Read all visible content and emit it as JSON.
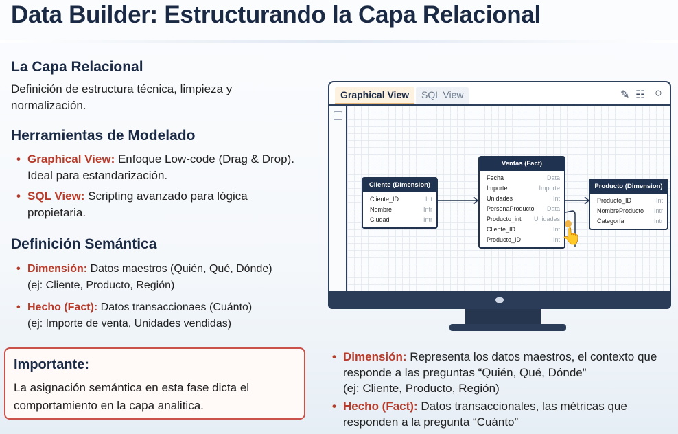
{
  "title": "Data Builder: Estructurando la Capa Relacional",
  "s1": {
    "heading": "La Capa Relacional",
    "text": "Definición de estructura técnica, limpieza y normalización."
  },
  "s2": {
    "heading": "Herramientas de Modelado",
    "items": [
      {
        "label": "Graphical View:",
        "text": " Enfoque Low-code (Drag & Drop). Ideal para estandarización."
      },
      {
        "label": "SQL View:",
        "text": " Scripting avanzado para lógica propietaria."
      }
    ]
  },
  "s3": {
    "heading": "Definición Semántica",
    "items": [
      {
        "label": "Dimensión:",
        "text": " Datos maestros (Quién, Qué, Dónde)",
        "sub": "(ej: Cliente, Producto, Región)"
      },
      {
        "label": "Hecho (Fact):",
        "text": " Datos transaccionaes (Cuánto)",
        "sub": "(ej: Importe de venta, Unidades vendidas)"
      }
    ]
  },
  "important": {
    "heading": "Importante:",
    "text": "La asignación semántica en esta fase dicta el comportamiento en la capa analitica."
  },
  "app": {
    "tabs": [
      "Graphical View",
      "SQL View"
    ],
    "icons": [
      "pencil-icon",
      "list-icon",
      "circle-icon"
    ],
    "tables": [
      {
        "name": "Cliente (Dimension)",
        "rows": [
          [
            "Cliente_ID",
            "Int"
          ],
          [
            "Nombre",
            "Intr"
          ],
          [
            "Ciudad",
            "Intr"
          ]
        ]
      },
      {
        "name": "Ventas (Fact)",
        "rows": [
          [
            "Fecha",
            "Data"
          ],
          [
            "Importe",
            "Importe"
          ],
          [
            "Unidades",
            "Int"
          ],
          [
            "PersonaProducto",
            "Data"
          ],
          [
            "Producto_int",
            "Unidades"
          ],
          [
            "Cliente_ID",
            "Int"
          ],
          [
            "Producto_ID",
            "Int"
          ]
        ]
      },
      {
        "name": "Producto (Dimension)",
        "rows": [
          [
            "Producto_ID",
            "Int"
          ],
          [
            "NombreProducto",
            "Intr"
          ],
          [
            "Categoría",
            "Intr"
          ]
        ]
      }
    ]
  },
  "right": {
    "items": [
      {
        "label": "Dimensión:",
        "text": " Representa los datos maestros, el contexto que responde a las preguntas “Quién, Qué, Dónde”",
        "sub": "(ej: Cliente, Producto, Región)"
      },
      {
        "label": "Hecho (Fact):",
        "text": " Datos transaccionales, las métricas que responden a la pregunta “Cuánto”"
      }
    ]
  }
}
